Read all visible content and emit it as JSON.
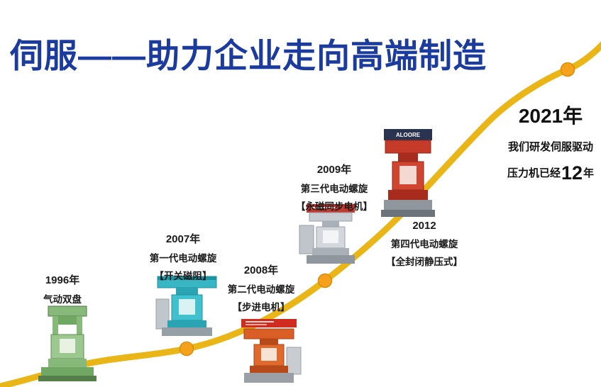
{
  "title": "伺服——助力企业走向高端制造",
  "colors": {
    "title_blue": "#1c3b9e",
    "curve_yellow": "#e9b517",
    "dot_orange": "#f5a11c",
    "machine_1996_green": "#8fbe80",
    "machine_2007_teal": "#38b6c4",
    "machine_2008_orange": "#d95f27",
    "machine_2009_gray": "#ccd1d8",
    "machine_2012_red": "#c63a2a"
  },
  "milestones": [
    {
      "year": "1996年",
      "line1": "气动双盘"
    },
    {
      "year": "2007年",
      "line1": "第一代电动螺旋",
      "line2": "【开关磁阻】"
    },
    {
      "year": "2008年",
      "line1": "第二代电动螺旋",
      "line2": "【步进电机】"
    },
    {
      "year": "2009年",
      "line1": "第三代电动螺旋",
      "line2": "【永磁同步电机】"
    },
    {
      "year": "2012",
      "line1": "第四代电动螺旋",
      "line2": "【全封闭静压式】"
    }
  ],
  "finale": {
    "year": "2021年",
    "line1": "我们研发伺服驱动",
    "line2_prefix": "压力机已经",
    "line2_number": "12",
    "line2_suffix": "年"
  },
  "machine_brand": "ALOORE"
}
